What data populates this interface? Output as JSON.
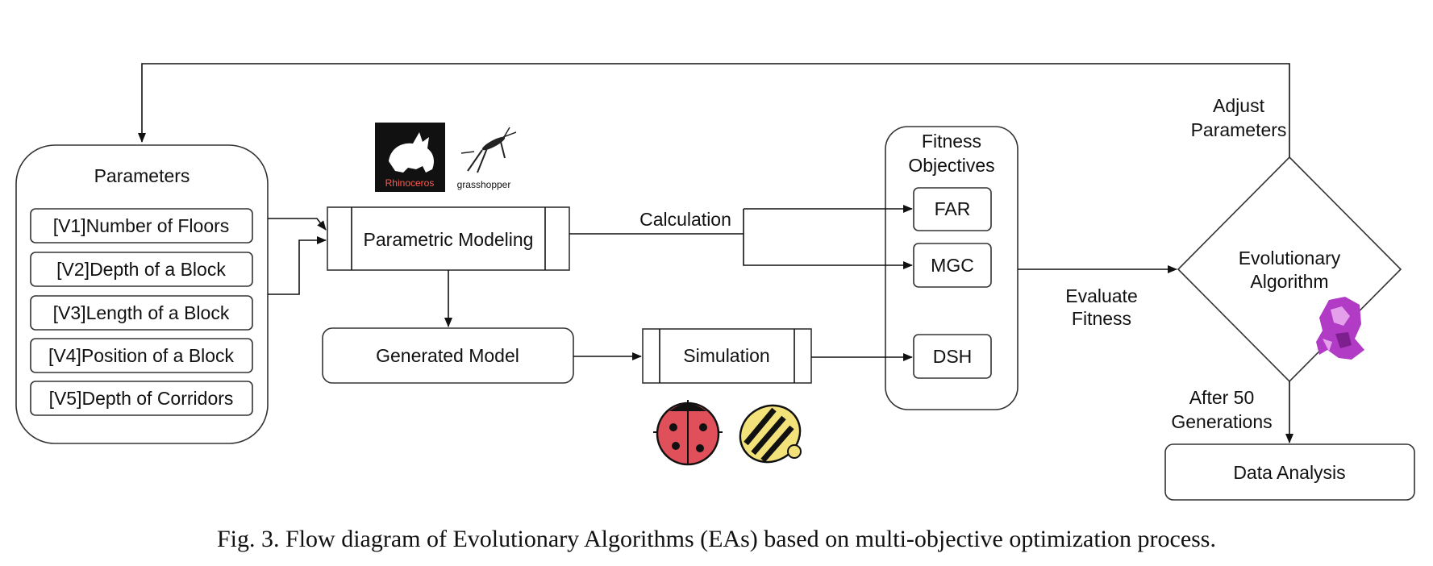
{
  "parameters": {
    "title": "Parameters",
    "items": [
      "[V1]Number of Floors",
      "[V2]Depth of a Block",
      "[V3]Length of a Block",
      "[V4]Position of a Block",
      "[V5]Depth of Corridors"
    ]
  },
  "logos": {
    "rhino": "Rhinoceros",
    "grasshopper": "grasshopper"
  },
  "parametric_modeling": "Parametric Modeling",
  "generated_model": "Generated Model",
  "simulation": "Simulation",
  "calculation": "Calculation",
  "fitness": {
    "title_line1": "Fitness",
    "title_line2": "Objectives",
    "far": "FAR",
    "mgc": "MGC",
    "dsh": "DSH"
  },
  "evaluate_fitness": {
    "line1": "Evaluate",
    "line2": "Fitness"
  },
  "evolutionary_algorithm": {
    "line1": "Evolutionary",
    "line2": "Algorithm"
  },
  "adjust_parameters": {
    "line1": "Adjust",
    "line2": "Parameters"
  },
  "after_generations": {
    "line1": "After 50",
    "line2": "Generations"
  },
  "data_analysis": "Data Analysis",
  "caption": "Fig. 3. Flow diagram of Evolutionary Algorithms (EAs) based on multi-objective optimization process.",
  "colors": {
    "ladybug": "#e0505a",
    "honeybee": "#f3e27a",
    "galapagos": "#b13bc4"
  },
  "icons": [
    "rhino-logo-icon",
    "grasshopper-icon",
    "ladybug-icon",
    "honeybee-icon",
    "galapagos-icon"
  ]
}
